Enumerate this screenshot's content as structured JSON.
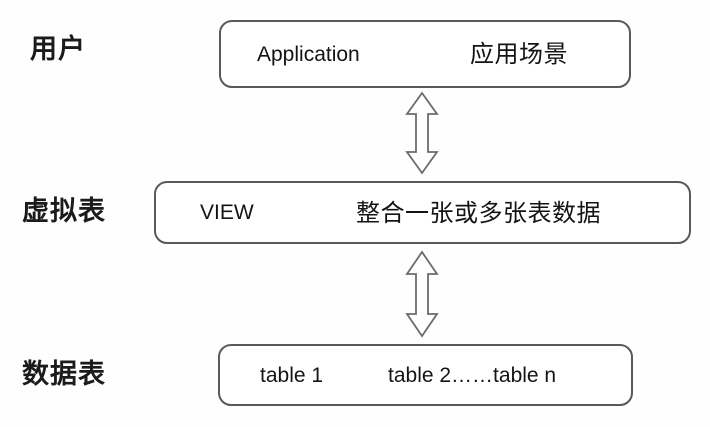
{
  "diagram": {
    "title": "Database View Layer Diagram",
    "background_color": "#fefefe",
    "box_border_color": "#595959",
    "text_color": "#141414",
    "tiers": [
      {
        "label": "用户"
      },
      {
        "label": "虚拟表"
      },
      {
        "label": "数据表"
      }
    ],
    "boxes": [
      {
        "name": "application",
        "latin_text": "Application",
        "cjk_text": "应用场景"
      },
      {
        "name": "view",
        "latin_text": "VIEW",
        "cjk_text": "整合一张或多张表数据"
      },
      {
        "name": "tables",
        "latin_text": "table 1",
        "cjk_text": "table 2……table n"
      }
    ],
    "connectors": [
      {
        "name": "application-to-view",
        "style": "double-headed-vertical-arrow"
      },
      {
        "name": "view-to-tables",
        "style": "double-headed-vertical-arrow"
      }
    ]
  }
}
